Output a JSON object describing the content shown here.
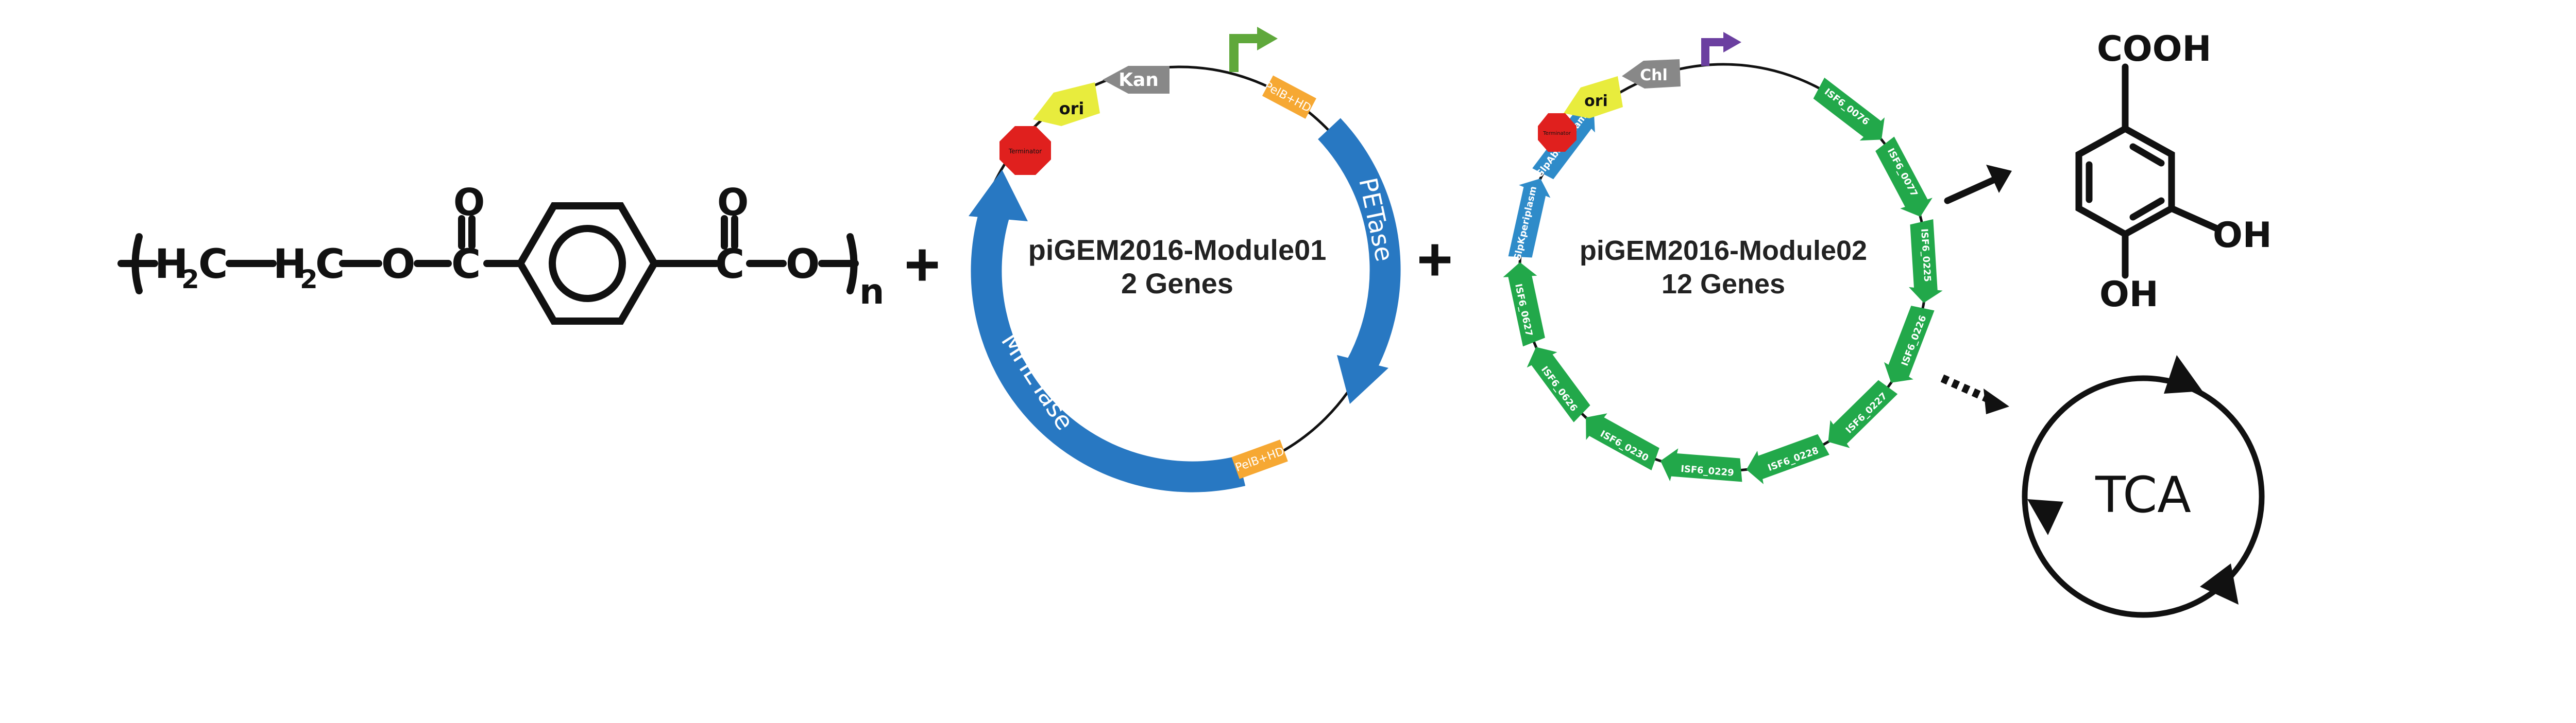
{
  "pet_polymer": {
    "group1": "H",
    "sub1": "2",
    "group1_c": "C",
    "group2": "H",
    "sub2": "2",
    "group2_c": "C",
    "oxygen1": "O",
    "carbon1": "C",
    "carbonyl_o1": "O",
    "carbon2": "C",
    "carbonyl_o2": "O",
    "oxygen2": "O",
    "repeat": "n"
  },
  "operators": {
    "plus1": "+",
    "plus2": "+"
  },
  "module01": {
    "title": "piGEM2016-Module01",
    "subtitle": "2 Genes",
    "petase": "PETase",
    "mhetase": "MHETase",
    "kan": "Kan",
    "ori": "ori",
    "pelb_top": "PelB+HD",
    "pelb_bottom": "PelB+HD",
    "term": "Terminator"
  },
  "module02": {
    "title": "piGEM2016-Module02",
    "subtitle": "12 Genes",
    "chl": "Chl",
    "ori": "ori",
    "term": "Terminator",
    "genes": [
      "ISF6_0076",
      "ISF6_0077",
      "ISF6_0225",
      "ISF6_0226",
      "ISF6_0227",
      "ISF6_0228",
      "ISF6_0229",
      "ISF6_0230",
      "ISF6_0626",
      "ISF6_0627",
      "GlpKperiplasm",
      "GlpAbacteriam"
    ],
    "colors": {
      "green": "#22A84A",
      "blue": "#2E8BC9"
    }
  },
  "product": {
    "cooh": "COOH",
    "oh1": "OH",
    "oh2": "OH"
  },
  "tca": {
    "label": "TCA"
  },
  "colors": {
    "blue": "#2878C2",
    "orange": "#F6A833",
    "yellow": "#E8EC3D",
    "gray": "#888888",
    "red": "#E0201E",
    "green_promoter": "#5FA83B",
    "purple_promoter": "#6B3FA0"
  }
}
